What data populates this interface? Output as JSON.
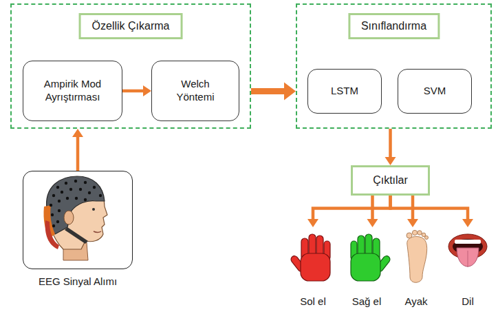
{
  "diagram": {
    "nodes": [
      {
        "text": [
          "Özellik Çıkarma"
        ]
      },
      {
        "text": [
          "Ampirik Mod Ayrıştırması"
        ],
        "in": 0
      },
      {
        "text": [
          "Welch Yöntemi"
        ],
        "in": 0
      },
      {
        "text": [
          "Sınıflandırma"
        ]
      },
      {
        "text": [
          "LSTM"
        ],
        "in": 3
      },
      {
        "text": [
          "SVM"
        ],
        "in": 3
      },
      {
        "text": [
          "Çıktılar"
        ]
      },
      {
        "text": [
          "EEG Sinyal Alımı"
        ]
      },
      {
        "text": [
          "Sol el"
        ]
      },
      {
        "text": [
          "Sağ el"
        ]
      },
      {
        "text": [
          "Ayak"
        ]
      },
      {
        "text": [
          "Dil"
        ]
      }
    ],
    "edges": [
      {
        "from": 7,
        "to": 0,
        "arrow": "to"
      },
      {
        "from": 1,
        "to": 2,
        "arrow": "to"
      },
      {
        "from": 0,
        "to": 3,
        "arrow": "to"
      },
      {
        "from": 3,
        "to": 6,
        "arrow": "to"
      },
      {
        "from": 6,
        "to": 8,
        "arrow": "to"
      },
      {
        "from": 6,
        "to": 9,
        "arrow": "to"
      },
      {
        "from": 6,
        "to": 10,
        "arrow": "to"
      },
      {
        "from": 6,
        "to": 11,
        "arrow": "to"
      }
    ]
  }
}
